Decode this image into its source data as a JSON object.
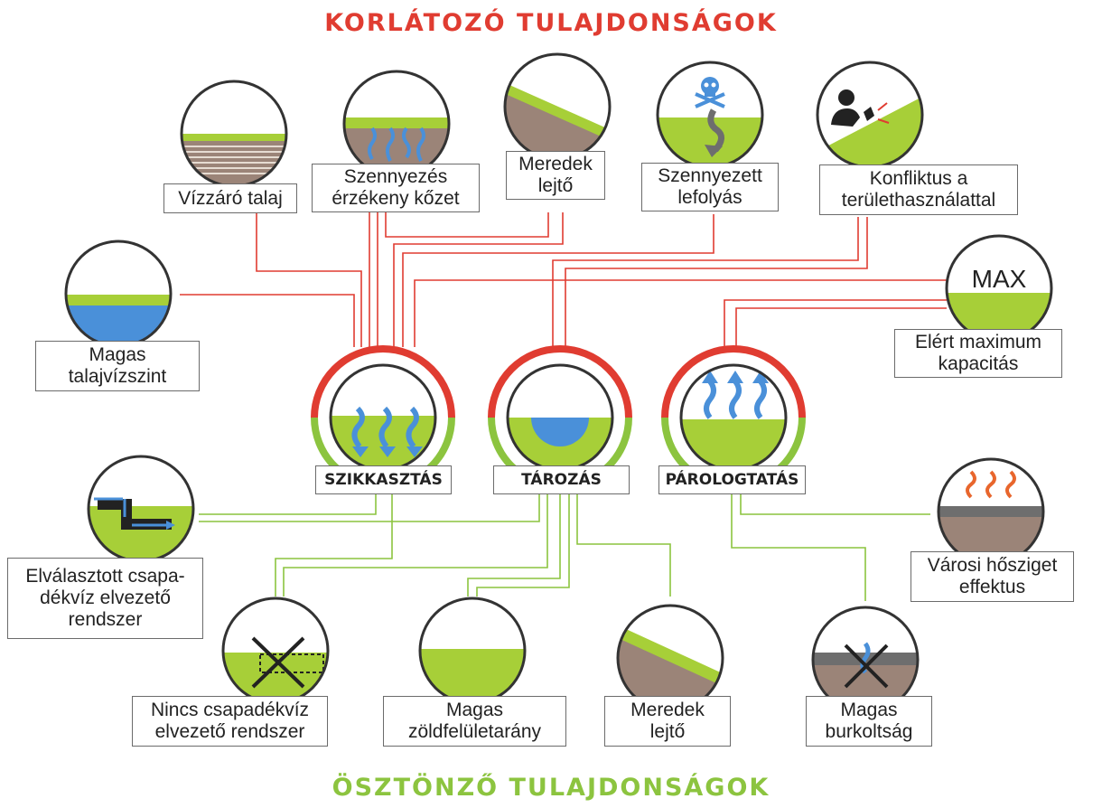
{
  "headings": {
    "top": "KORLÁTOZÓ TULAJDONSÁGOK",
    "bottom": "ÖSZTÖNZŐ TULAJDONSÁGOK"
  },
  "colors": {
    "limiting": "#e03c31",
    "promoting": "#8cc43f",
    "grass": "#a7cf38",
    "soil": "#9b8478",
    "water": "#4a90d9",
    "asphalt": "#6e6e6e"
  },
  "processes": {
    "infiltration": "SZIKKASZTÁS",
    "storage": "TÁROZÁS",
    "evaporation": "PÁROLOGTATÁS"
  },
  "limiting": {
    "impermeable_soil": "Vízzáró talaj",
    "sensitive_rock": "Szennyezés\nérzékeny kőzet",
    "steep_slope": "Meredek\nlejtő",
    "polluted_runoff": "Szennyezett\nlefolyás",
    "land_use_conflict": "Konfliktus a\nterülethasználattal",
    "high_groundwater": "Magas\ntalajvízszint",
    "max_capacity": "Elért maximum\nkapacitás",
    "max_icon_text": "MAX"
  },
  "promoting": {
    "separate_drainage": "Elválasztott csapa-\ndékvíz elvezető\nrendszer",
    "heat_island": "Városi hősziget\neffektus",
    "no_drainage": "Nincs csapadékvíz\nelvezető rendszer",
    "green_ratio": "Magas\nzöldfelületarány",
    "steep_slope": "Meredek\nlejtő",
    "high_paving": "Magas\nburkoltság"
  }
}
